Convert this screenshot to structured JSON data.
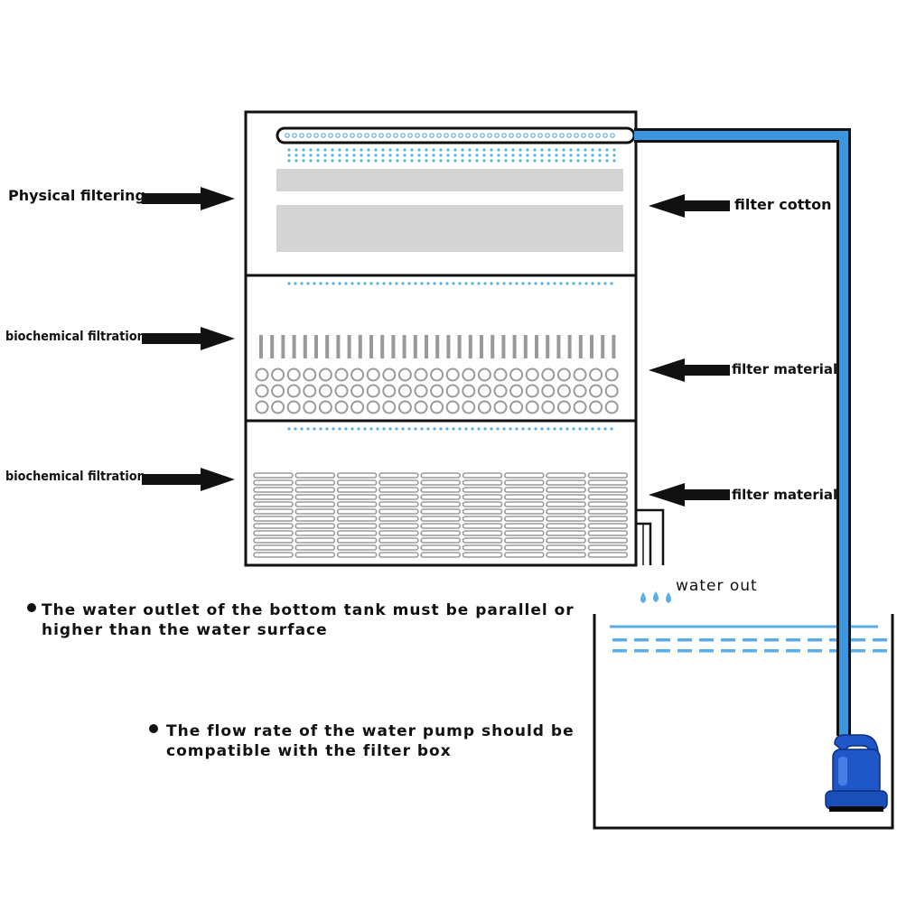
{
  "labels": {
    "physical_filtering": "Physical filtering",
    "biochemical_1": "biochemical filtration",
    "biochemical_2": "biochemical filtration",
    "filter_cotton": "filter cotton",
    "filter_material_1": "filter material",
    "filter_material_2": "filter material",
    "water_out": "water out"
  },
  "notes": [
    "The water outlet of the bottom tank must be parallel or higher than the water surface",
    "The flow rate of the water pump should be compatible with the filter box"
  ],
  "colors": {
    "outline": "#111111",
    "pipe": "#3c97e0",
    "water_dots": "#5aaee8",
    "filter_cotton": "#d4d4d4",
    "pump": "#1f56c8"
  },
  "icons": [
    "arrow-right-icon",
    "arrow-left-icon",
    "water-drop-icon",
    "water-pump-icon"
  ]
}
